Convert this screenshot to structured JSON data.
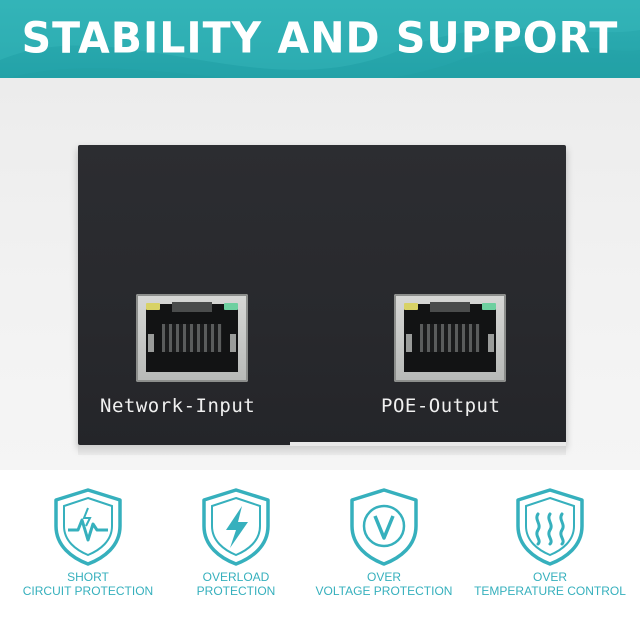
{
  "banner": {
    "title": "STABILITY AND SUPPORT"
  },
  "device": {
    "ports": [
      {
        "label": "Network-Input"
      },
      {
        "label": "POE-Output"
      }
    ]
  },
  "features": [
    {
      "line1": "SHORT",
      "line2": "CIRCUIT PROTECTION",
      "icon": "shield-pulse-icon"
    },
    {
      "line1": "OVERLOAD",
      "line2": "PROTECTION",
      "icon": "shield-lightning-icon"
    },
    {
      "line1": "OVER",
      "line2": "VOLTAGE PROTECTION",
      "icon": "shield-v-icon"
    },
    {
      "line1": "OVER",
      "line2": "TEMPERATURE CONTROL",
      "icon": "shield-heat-icon"
    }
  ],
  "colors": {
    "accent": "#36b0bd",
    "banner": "#2aaab0",
    "device": "#2a2b2f"
  }
}
